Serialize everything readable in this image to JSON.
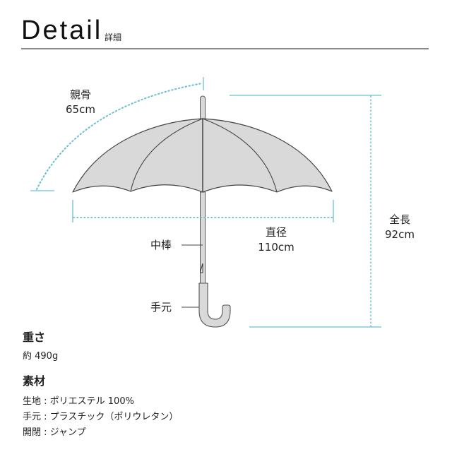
{
  "header": {
    "title": "Detail",
    "subtitle": "詳細"
  },
  "diagram": {
    "rib_length": {
      "label": "親骨",
      "value": "65cm"
    },
    "diameter": {
      "label": "直径",
      "value": "110cm"
    },
    "total_length": {
      "label": "全長",
      "value": "92cm"
    },
    "shaft_label": "中棒",
    "handle_label": "手元",
    "colors": {
      "canopy_fill": "#d9d9d9",
      "outline": "#444444",
      "dimension_line": "#6bbfd3"
    }
  },
  "specs": {
    "weight": {
      "heading": "重さ",
      "value": "約 490g"
    },
    "material": {
      "heading": "素材",
      "lines": [
        "生地 : ポリエステル 100%",
        "手元 : プラスチック（ポリウレタン）",
        "開閉 : ジャンプ"
      ]
    }
  }
}
